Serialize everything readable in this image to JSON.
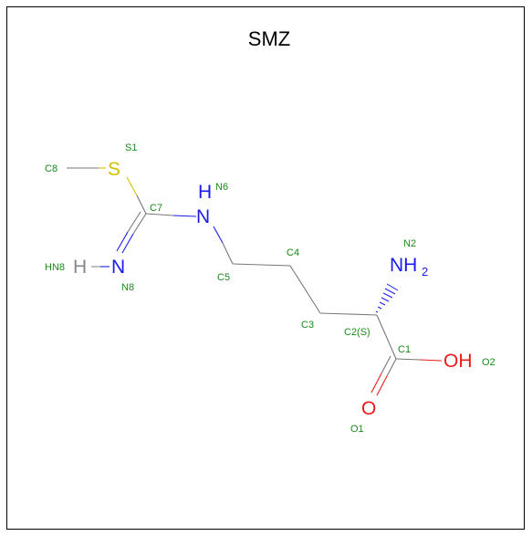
{
  "title": "SMZ",
  "colors": {
    "carbon_label": "#1a8a1a",
    "nitrogen": "#1a1aee",
    "oxygen": "#ee1a1a",
    "sulfur": "#d4c000",
    "hydrogen": "#888888",
    "bond": "#777777"
  },
  "atom_labels": {
    "s1": "S1",
    "c8": "C8",
    "c7": "C7",
    "n6": "N6",
    "hn8": "HN8",
    "n8": "N8",
    "c5": "C5",
    "c4": "C4",
    "c3": "C3",
    "n2": "N2",
    "c2": "C2(S)",
    "c1": "C1",
    "o1": "O1",
    "o2": "O2"
  },
  "symbols": {
    "s": "S",
    "n6": "N",
    "h6": "H",
    "n8": "N",
    "h8": "H",
    "n2": "NH",
    "n2_sub": "2",
    "o1": "O",
    "o2": "OH"
  }
}
